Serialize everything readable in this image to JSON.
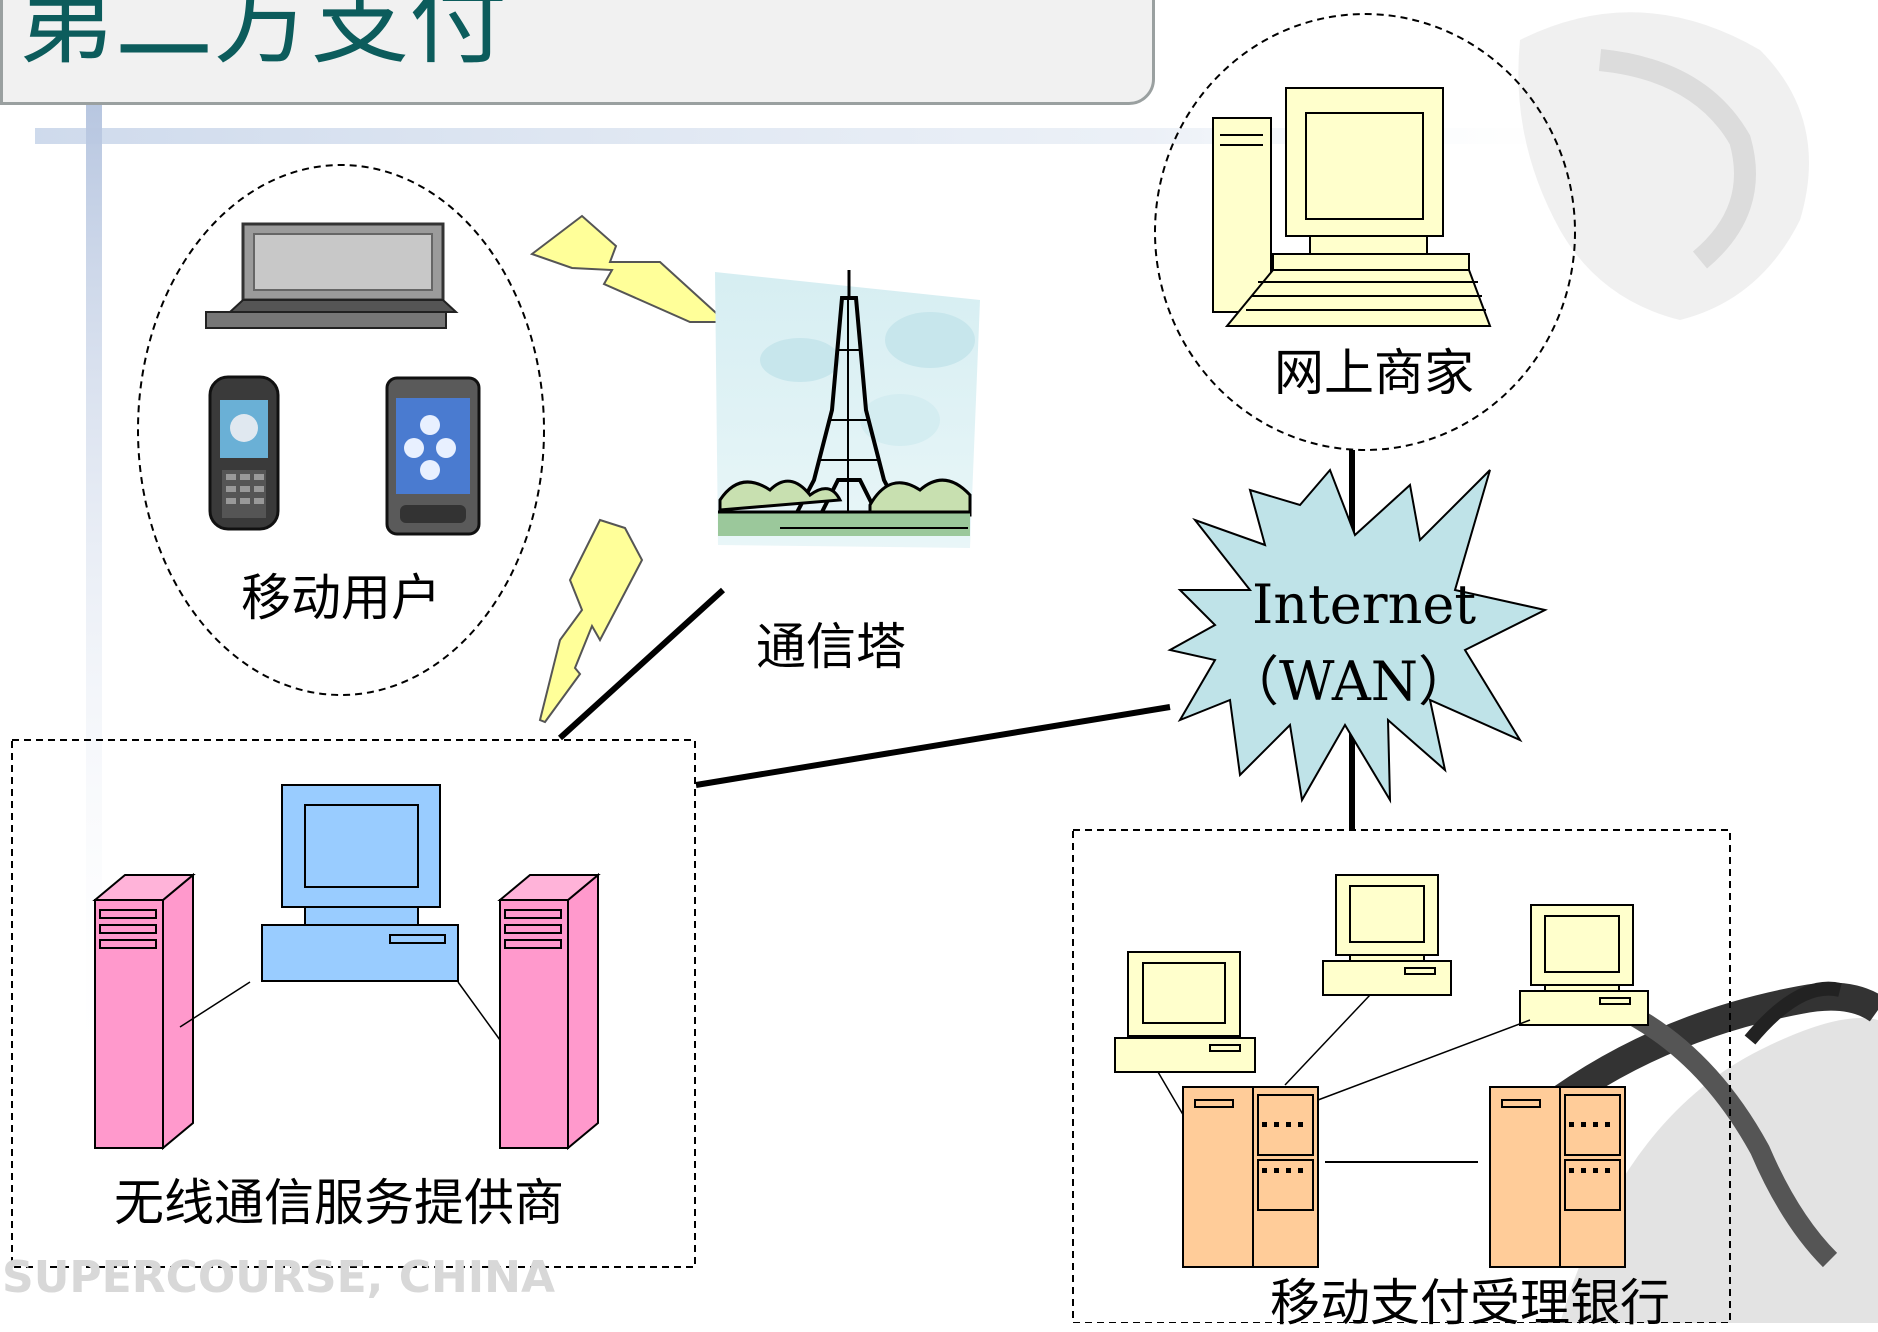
{
  "title": "第二方支付",
  "labels": {
    "mobile_user": "移动用户",
    "tower": "通信塔",
    "merchant": "网上商家",
    "internet": "Internet",
    "wan": "（WAN）",
    "provider": "无线通信服务提供商",
    "bank": "移动支付受理银行"
  },
  "watermark": "SUPERCOURSE, CHINA",
  "colors": {
    "title_text": "#0c5c5c",
    "cloud_fill": "#bfe3e8",
    "bolt_fill": "#ffff99",
    "server_pink": "#ff99cc",
    "monitor_blue": "#99ccff",
    "server_orange": "#ffcc99",
    "pc_yellow": "#ffffcc"
  }
}
